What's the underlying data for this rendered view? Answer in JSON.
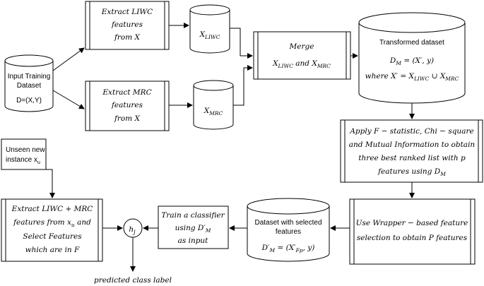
{
  "nodes": {
    "input_dataset": {
      "lines": [
        "Input Training",
        "Dataset",
        "D=(X,Y)"
      ]
    },
    "extract_liwc": {
      "lines": [
        "Extract LIWC",
        "features",
        "from X"
      ]
    },
    "x_liwc": {
      "base": "X",
      "sub": "LIWC"
    },
    "extract_mrc": {
      "lines": [
        "Extract MRC",
        "features",
        "from X"
      ]
    },
    "x_mrc": {
      "base": "X",
      "sub": "MRC"
    },
    "merge": {
      "title": "Merge",
      "formula": "X",
      "sub1": "LIWC",
      "mid": " and X",
      "sub2": "MRC"
    },
    "transformed": {
      "title": "Transformed  dataset",
      "dm_line": "D",
      "dm_sub": "M",
      "dm_rest": " = (X′, y)",
      "where_line": "where X′ = X",
      "where_sub1": "LIWC",
      "where_mid": " ∪ X",
      "where_sub2": "MRC"
    },
    "apply_stats": {
      "lines": [
        "Apply F − statistic, Chi − square",
        "and Mutual Information to obtain",
        "three best ranked list with p"
      ],
      "last_line": "features using D",
      "last_sub": "M"
    },
    "wrapper": {
      "lines": [
        "Use Wrapper − based feature",
        "selection to obtain P features"
      ]
    },
    "selected_dataset": {
      "lines": [
        "Dataset with selected",
        "features"
      ],
      "formula": "D′",
      "f_sub": "M",
      "f_rest": " = (X′",
      "f_sub2": "Fp",
      "f_end": ", y)"
    },
    "train": {
      "line1": "Train a classifier",
      "line2": "using D′",
      "line2_sub": "M",
      "line3": "as input"
    },
    "hj": {
      "base": "h",
      "sub": "j"
    },
    "unseen": {
      "line1": "Unseen new",
      "line2": "instance x",
      "sub": "u"
    },
    "extract_combined": {
      "line1": "Extract LIWC + MRC",
      "line2": "features from x",
      "line2_sub": "u",
      "line2_rest": " and",
      "line3": "Select Features",
      "line4": "which are in F"
    },
    "predicted": {
      "label": "predicted class label"
    }
  },
  "colors": {
    "stroke": "#000000",
    "fill": "#ffffff"
  }
}
